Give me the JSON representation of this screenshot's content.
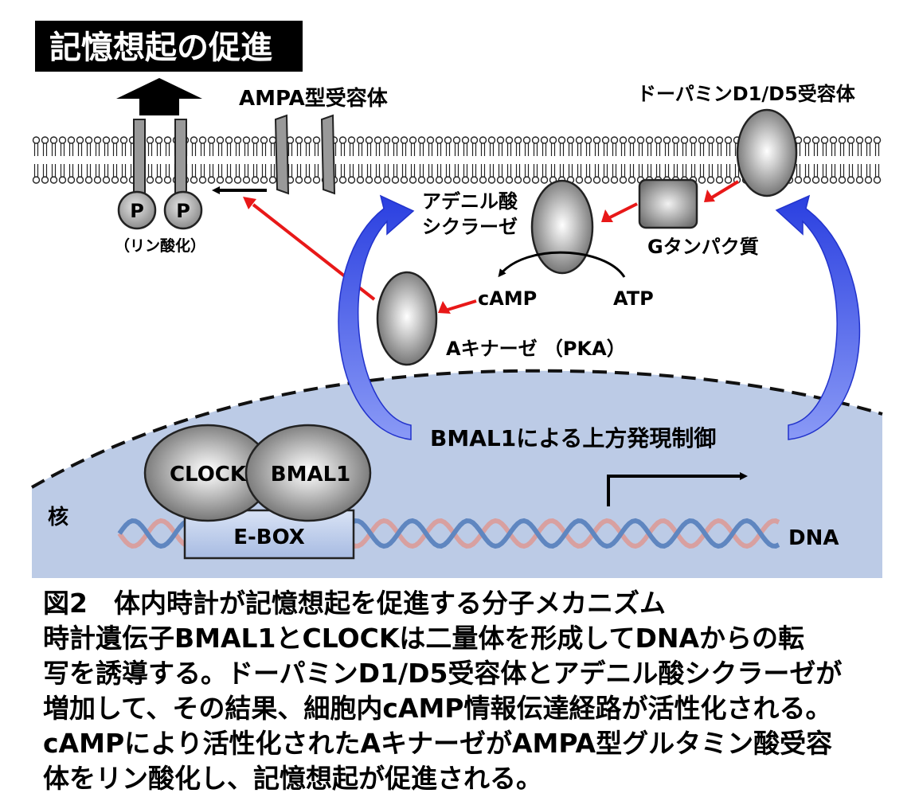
{
  "title": "記憶想起の促進",
  "labels": {
    "ampa_receptor": "AMPA型受容体",
    "dopamine_receptor": "ドーパミンD1/D5受容体",
    "adenylyl_cyclase_line1": "アデニル酸",
    "adenylyl_cyclase_line2": "シクラーゼ",
    "g_protein": "Gタンパク質",
    "camp": "cAMP",
    "atp": "ATP",
    "pka": "Aキナーゼ （PKA）",
    "phosphorylation": "（リン酸化）",
    "phospho_p1": "P",
    "phospho_p2": "P",
    "upregulation": "BMAL1による上方発現制御",
    "clock": "CLOCK",
    "bmal1": "BMAL1",
    "ebox": "E-BOX",
    "nucleus": "核",
    "dna": "DNA"
  },
  "caption": [
    "図2　体内時計が記憶想起を促進する分子メカニズム",
    "時計遺伝子BMAL1とCLOCKは二量体を形成してDNAからの転",
    "写を誘導する。ドーパミンD1/D5受容体とアデニル酸シクラーゼが",
    "増加して、その結果、細胞内cAMP情報伝達経路が活性化される。",
    "cAMPにより活性化されたAキナーゼがAMPA型グルタミン酸受容",
    "体をリン酸化し、記憶想起が促進される。"
  ]
}
